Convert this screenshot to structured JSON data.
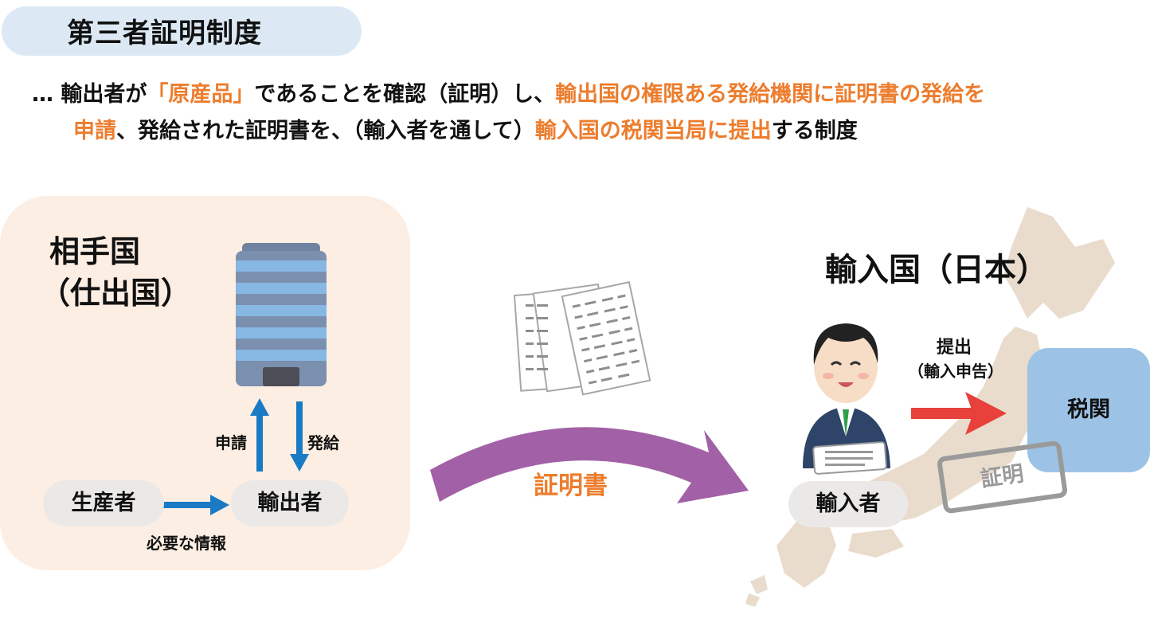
{
  "header": {
    "title": "第三者証明制度"
  },
  "description": {
    "prefix": "… ",
    "l1_a": "輸出者が",
    "l1_b": "「原産品」",
    "l1_c": "であることを確認（証明）し、",
    "l1_d": "輸出国の権限ある発給機関に証明書の発給を",
    "l2_a": "申請",
    "l2_b": "、発給された証明書を、（輸入者を通して）",
    "l2_c": "輸入国の税関当局に提出",
    "l2_d": "する制度"
  },
  "exporting_country": {
    "label_line1": "相手国",
    "label_line2": "（仕出国）",
    "producer": "生産者",
    "exporter": "輸出者",
    "apply": "申請",
    "issue": "発給",
    "info": "必要な情報"
  },
  "middle": {
    "certificate_label": "証明書"
  },
  "importing_country": {
    "title": "輸入国（日本）",
    "importer": "輸入者",
    "submit_line1": "提出",
    "submit_line2": "（輸入申告）",
    "customs": "税関",
    "stamp": "証明"
  },
  "colors": {
    "accent_orange": "#ec7d2e",
    "arrow_blue": "#1a7bc4",
    "arrow_red": "#e8403a",
    "arrow_purple": "#a261a6",
    "map_beige": "#e9dccd",
    "customs_blue": "#9cc3e6",
    "country_box": "#fdeee3"
  }
}
